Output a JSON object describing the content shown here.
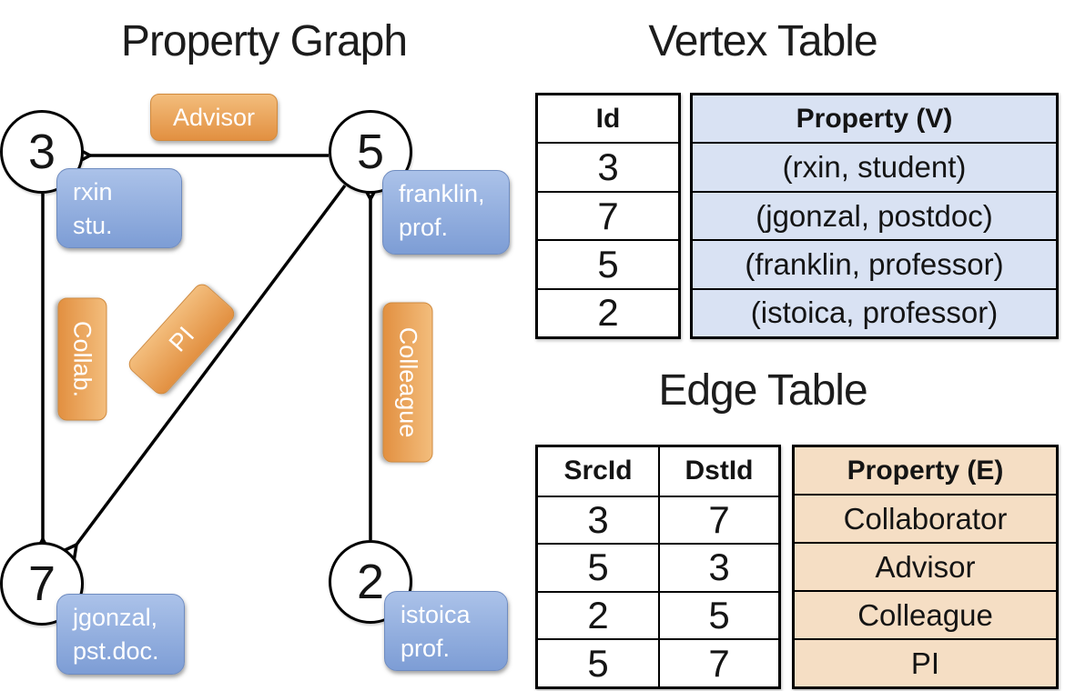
{
  "graph": {
    "title": "Property Graph",
    "vertices": [
      {
        "id": "3",
        "property_lines": [
          "rxin",
          "stu."
        ]
      },
      {
        "id": "5",
        "property_lines": [
          "franklin,",
          "prof."
        ]
      },
      {
        "id": "7",
        "property_lines": [
          "jgonzal,",
          "pst.doc."
        ]
      },
      {
        "id": "2",
        "property_lines": [
          "istoica",
          "prof."
        ]
      }
    ],
    "edges": [
      {
        "src": "5",
        "dst": "3",
        "label": "Advisor"
      },
      {
        "src": "3",
        "dst": "7",
        "label": "Collab."
      },
      {
        "src": "5",
        "dst": "7",
        "label": "PI"
      },
      {
        "src": "2",
        "dst": "5",
        "label": "Colleague"
      }
    ]
  },
  "vertex_table": {
    "title": "Vertex Table",
    "columns": {
      "id": "Id",
      "property": "Property (V)"
    },
    "rows": [
      {
        "id": "3",
        "property": "(rxin, student)"
      },
      {
        "id": "7",
        "property": "(jgonzal, postdoc)"
      },
      {
        "id": "5",
        "property": "(franklin, professor)"
      },
      {
        "id": "2",
        "property": "(istoica, professor)"
      }
    ]
  },
  "edge_table": {
    "title": "Edge Table",
    "columns": {
      "src": "SrcId",
      "dst": "DstId",
      "property": "Property (E)"
    },
    "rows": [
      {
        "src": "3",
        "dst": "7",
        "property": "Collaborator"
      },
      {
        "src": "5",
        "dst": "3",
        "property": "Advisor"
      },
      {
        "src": "2",
        "dst": "5",
        "property": "Colleague"
      },
      {
        "src": "5",
        "dst": "7",
        "property": "PI"
      }
    ]
  },
  "colors": {
    "vertex_property_fill": "#d9e2f3",
    "edge_property_fill": "#f5dec4",
    "vertex_box_gradient_top": "#abc2e9",
    "vertex_box_gradient_bottom": "#7d9dd5",
    "edge_box_gradient_top": "#f3bd7c",
    "edge_box_gradient_bottom": "#e29041",
    "line_color": "#000000",
    "box_text": "#ffffff"
  }
}
